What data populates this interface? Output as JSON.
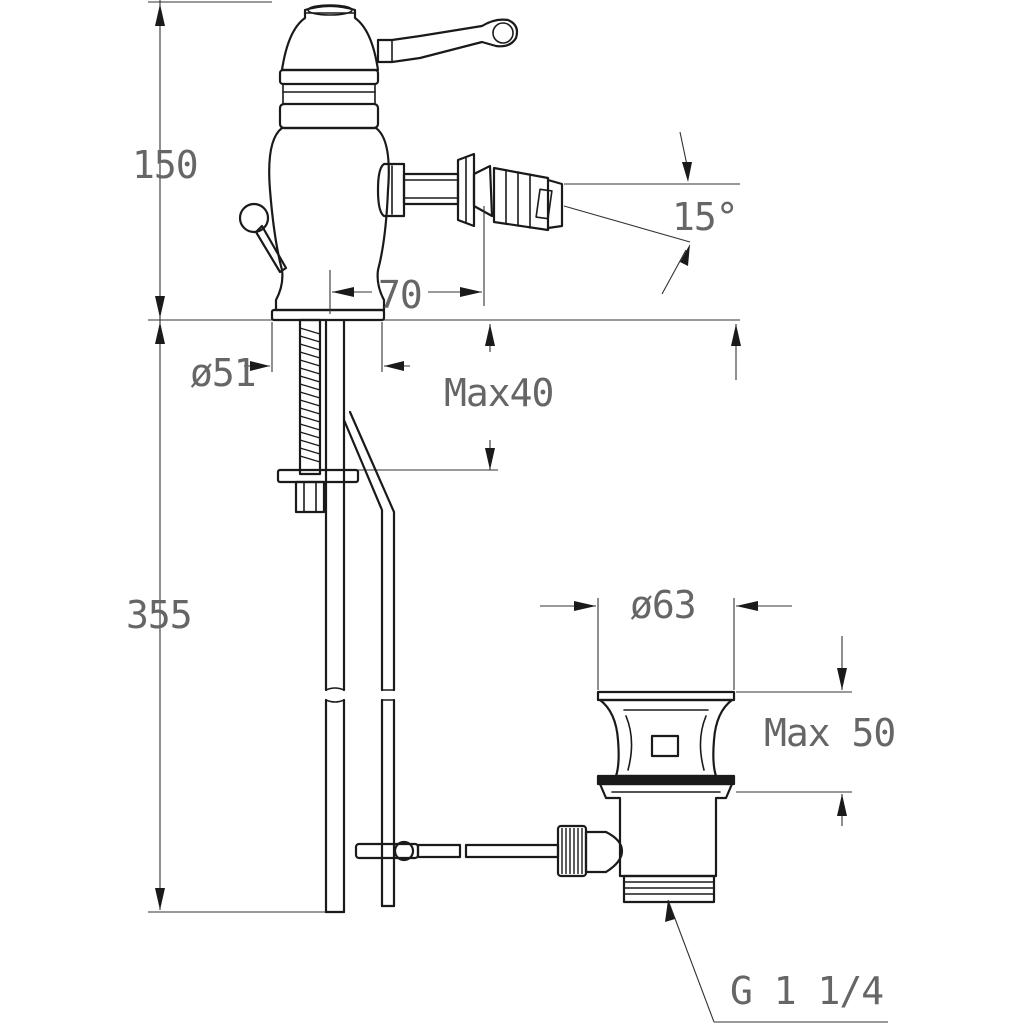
{
  "dimensions": {
    "height_upper": "150",
    "height_lower": "355",
    "spout_reach": "70",
    "tilt_angle": "15°",
    "base_diameter": "ø51",
    "max_deck_thickness": "Max40",
    "waste_diameter": "ø63",
    "waste_max_thickness": "Max 50",
    "waste_thread": "G 1 1/4"
  },
  "colors": {
    "line": "#1a1a1a",
    "dimension_text": "#666666",
    "background": "#ffffff"
  }
}
